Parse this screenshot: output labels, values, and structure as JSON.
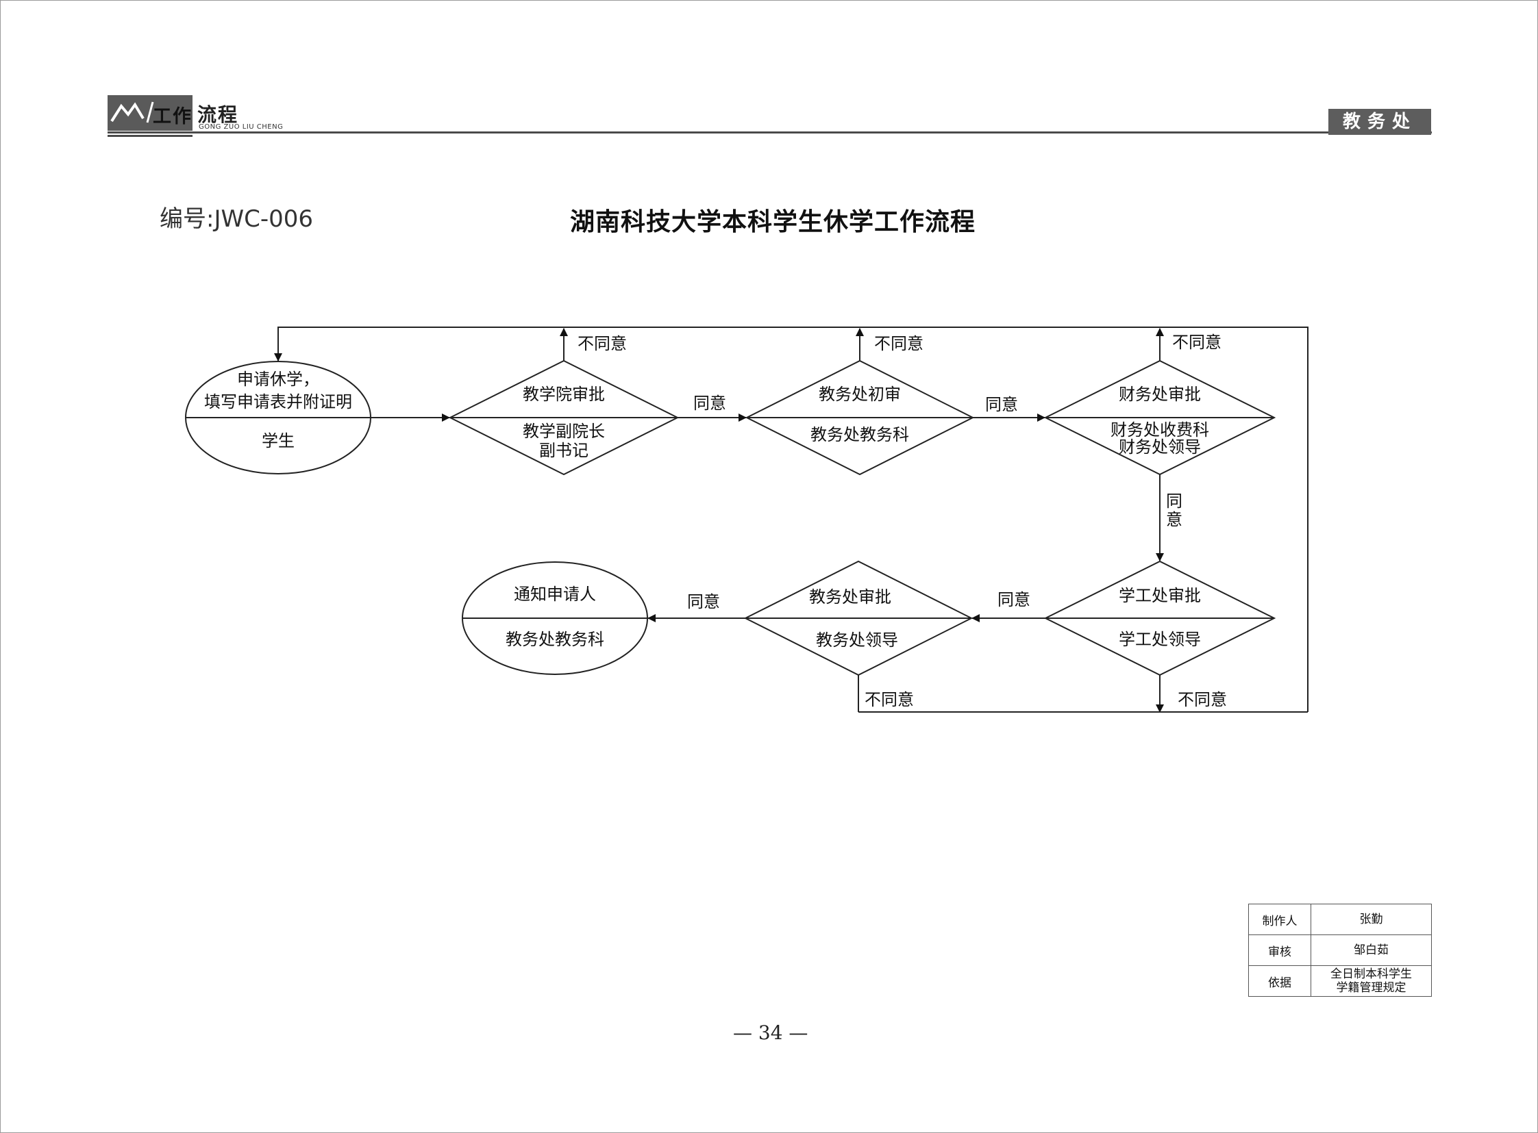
{
  "header": {
    "section_title_part1": "工作",
    "section_title_part2": "流程",
    "section_pinyin": "GONG ZUO LIU CHENG",
    "department": "教务处"
  },
  "doc_number": "编号:JWC-006",
  "title": "湖南科技大学本科学生休学工作流程",
  "flow": {
    "start": {
      "line1": "申请休学，",
      "line2": "填写申请表并附证明",
      "role": "学生"
    },
    "college": {
      "task": "教学院审批",
      "role_line1": "教学副院长",
      "role_line2": "副书记"
    },
    "jwc_first": {
      "task": "教务处初审",
      "role": "教务处教务科"
    },
    "finance": {
      "task": "财务处审批",
      "role_line1": "财务处收费科",
      "role_line2": "财务处领导"
    },
    "student_affairs": {
      "task": "学工处审批",
      "role": "学工处领导"
    },
    "jwc_final": {
      "task": "教务处审批",
      "role": "教务处领导"
    },
    "end": {
      "task": "通知申请人",
      "role": "教务处教务科"
    },
    "agree": "同意",
    "agree_vertical": [
      "同",
      "意"
    ],
    "disagree": "不同意"
  },
  "info_table": {
    "rows": [
      {
        "key": "制作人",
        "value": "张勤"
      },
      {
        "key": "审核",
        "value": "邹白茹"
      },
      {
        "key": "依据",
        "value_line1": "全日制本科学生",
        "value_line2": "学籍管理规定"
      }
    ]
  },
  "page_number": "— 34 —"
}
